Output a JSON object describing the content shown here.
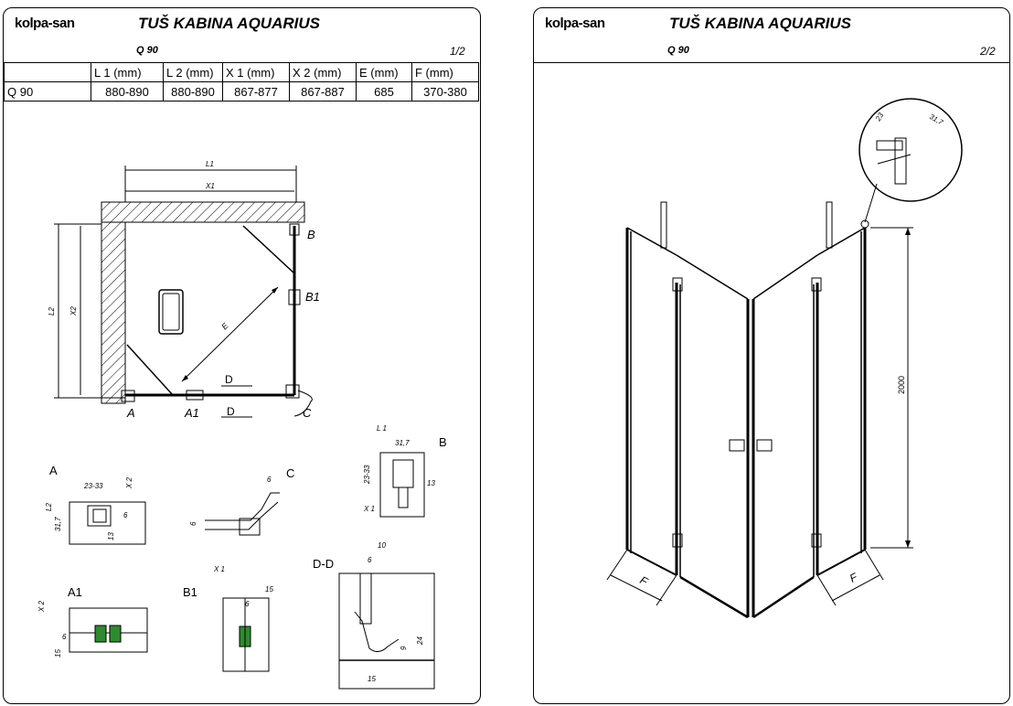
{
  "sheet1": {
    "logo": "kolpa-san",
    "title": "TUŠ KABINA AQUARIUS",
    "model": "Q 90",
    "page": "1/2",
    "table": {
      "headers": [
        "",
        "L 1 (mm)",
        "L 2 (mm)",
        "X 1 (mm)",
        "X 2 (mm)",
        "E  (mm)",
        "F  (mm)"
      ],
      "rows": [
        [
          "Q 90",
          "880-890",
          "880-890",
          "867-877",
          "867-887",
          "685",
          "370-380"
        ]
      ]
    },
    "plan_labels": {
      "l1": "L1",
      "x1": "X1",
      "l2": "L2",
      "x2": "X2",
      "e": "E",
      "d": "D",
      "a": "A",
      "a1": "A1",
      "b": "B",
      "b1": "B1",
      "c": "C"
    },
    "details": {
      "a": {
        "label": "A",
        "w": "23-33",
        "x2": "X 2",
        "l2": "L2",
        "d317": "31,7",
        "d6": "6",
        "d13": "13"
      },
      "c": {
        "label": "C",
        "d6a": "6",
        "d6b": "6"
      },
      "b": {
        "label": "B",
        "l1": "L 1",
        "d317": "31,7",
        "h": "23-33",
        "d13": "13",
        "x1": "X 1"
      },
      "a1": {
        "label": "A1",
        "x2": "X 2",
        "d6": "6",
        "d15": "15"
      },
      "b1": {
        "label": "B1",
        "x1": "X 1",
        "d15": "15",
        "d6": "6"
      },
      "dd": {
        "label": "D-D",
        "d10": "10",
        "d6": "6",
        "d24": "24",
        "d9": "9",
        "d15": "15"
      }
    }
  },
  "sheet2": {
    "logo": "kolpa-san",
    "title": "TUŠ KABINA AQUARIUS",
    "model": "Q 90",
    "page": "2/2",
    "labels": {
      "height": "2000",
      "f_left": "F",
      "f_right": "F",
      "d23": "23",
      "d317": "31,7"
    }
  }
}
